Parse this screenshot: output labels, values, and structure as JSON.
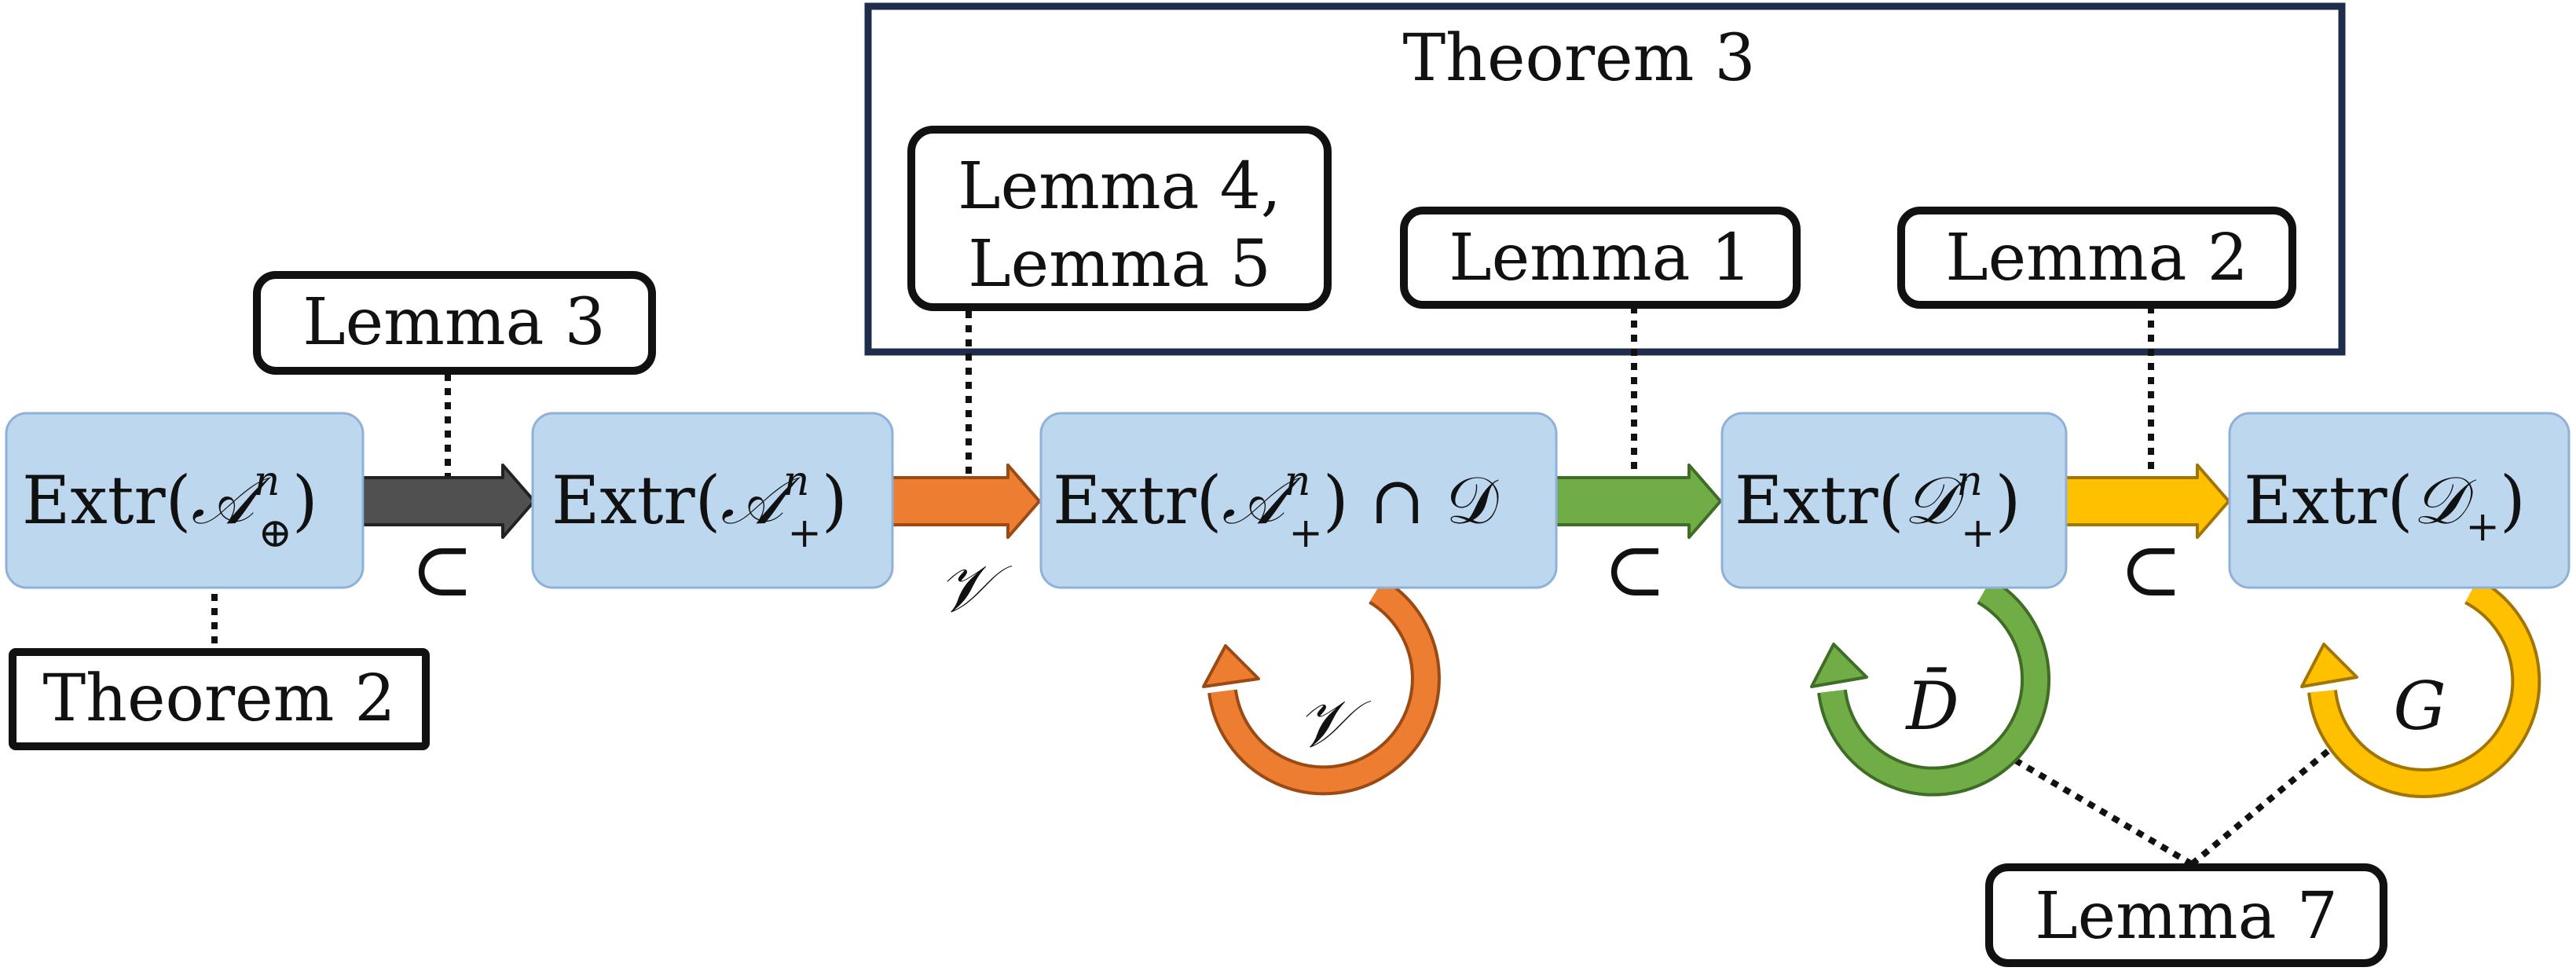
{
  "groups": {
    "theorem3_title": "Theorem 3"
  },
  "labels": {
    "lemma3": "Lemma 3",
    "theorem2": "Theorem 2",
    "lemma45_line1": "Lemma 4,",
    "lemma45_line2": "Lemma 5",
    "lemma1": "Lemma 1",
    "lemma2": "Lemma 2",
    "lemma7": "Lemma 7"
  },
  "nodes": {
    "n1": {
      "prefix": "Extr(",
      "script": "𝒜",
      "sup": "n",
      "sub": "⊕",
      "suffix": ")"
    },
    "n2": {
      "prefix": "Extr(",
      "script": "𝒜",
      "sup": "n",
      "sub": "+",
      "suffix": ")"
    },
    "n3": {
      "prefix": "Extr(",
      "script": "𝒜",
      "sup": "n",
      "sub": "+",
      "suffix": ") ∩ 𝒟"
    },
    "n4": {
      "prefix": "Extr(",
      "script": "𝒟",
      "sup": "n",
      "sub": "+",
      "suffix": ")"
    },
    "n5": {
      "prefix": "Extr(",
      "script": "𝒟",
      "sub": "+",
      "suffix": ")"
    }
  },
  "edge_labels": {
    "e1": "⊂",
    "e2": "𝒱",
    "e3": "⊂",
    "e4": "⊂",
    "loop3": "𝒱",
    "loop4": "D̄",
    "loop5": "G"
  },
  "colors": {
    "node_fill": "#bdd7ee",
    "node_stroke": "#8fb0d8",
    "arrow_gray": "#505050",
    "arrow_orange": "#ed7d31",
    "arrow_green": "#70ad47",
    "arrow_yellow": "#ffc000",
    "group_stroke": "#1f2d4d"
  }
}
